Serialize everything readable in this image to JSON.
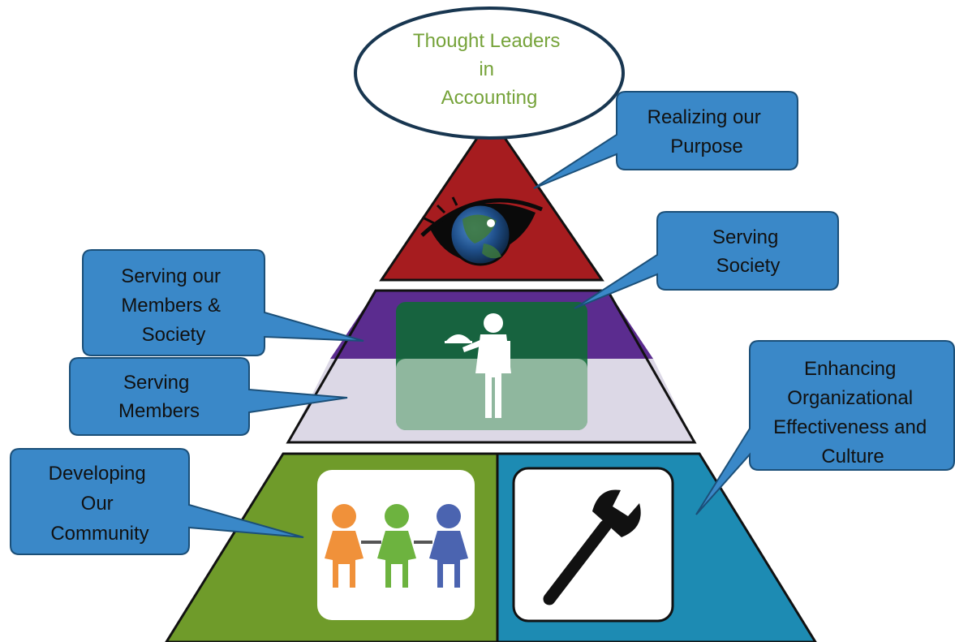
{
  "peak": {
    "lines": [
      "Thought Leaders",
      "in",
      "Accounting"
    ],
    "text_color": "#76a33a"
  },
  "callouts": {
    "purpose": {
      "lines": [
        "Realizing our",
        "Purpose"
      ]
    },
    "society": {
      "lines": [
        "Serving",
        "Society"
      ]
    },
    "members_society": {
      "lines": [
        "Serving our",
        "Members &",
        "Society"
      ]
    },
    "members": {
      "lines": [
        "Serving",
        "Members"
      ]
    },
    "community": {
      "lines": [
        "Developing",
        "Our",
        "Community"
      ]
    },
    "effectiveness": {
      "lines": [
        "Enhancing",
        "Organizational",
        "Effectiveness and",
        "Culture"
      ]
    }
  },
  "icons": {
    "apex": "eye-globe-icon",
    "middle": "waiter-icon",
    "base_left": "people-icon",
    "base_right": "wrench-icon"
  },
  "colors": {
    "apex": "#a61c1f",
    "purple_band": "#5b2c8f",
    "lavender_band": "#dcd8e6",
    "base_left": "#6f9b2a",
    "base_right": "#1d8bb3",
    "callout_fill": "#3a88c8",
    "callout_border": "#1b4f78",
    "waiter_box": "#0e6b34",
    "person_orange": "#f0913a",
    "person_green": "#6db33f",
    "person_blue": "#4b64b0"
  }
}
